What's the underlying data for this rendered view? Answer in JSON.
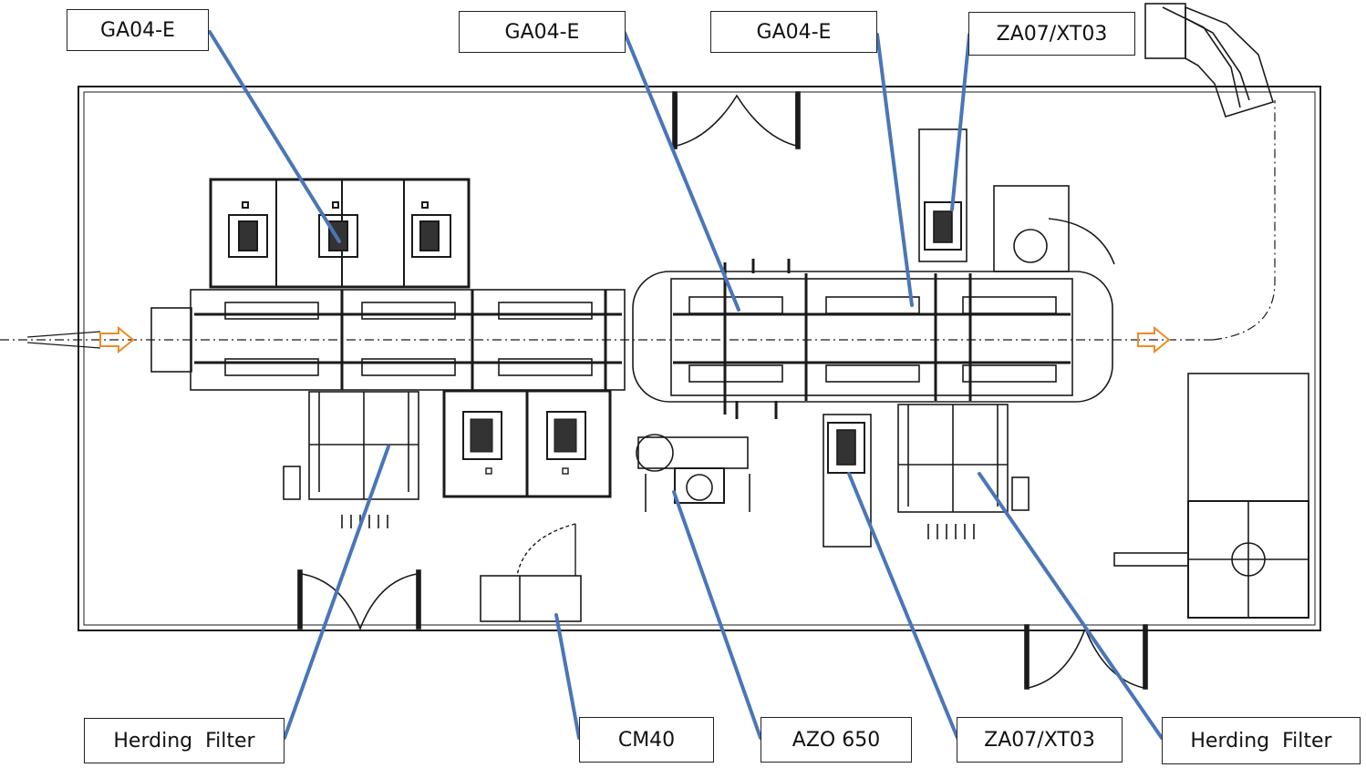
{
  "labels": {
    "top_left": "GA04-E",
    "top_mid_left": "GA04-E",
    "top_mid_right": "GA04-E",
    "top_right": "ZA07/XT03",
    "bottom_left": "Herding  Filter",
    "bottom_cm40": "CM40",
    "bottom_azo": "AZO 650",
    "bottom_za": "ZA07/XT03",
    "bottom_right": "Herding  Filter"
  },
  "colors": {
    "leader": "#4a76b8",
    "drawing": "#1a1a1a",
    "arrow": "#f08a24"
  }
}
